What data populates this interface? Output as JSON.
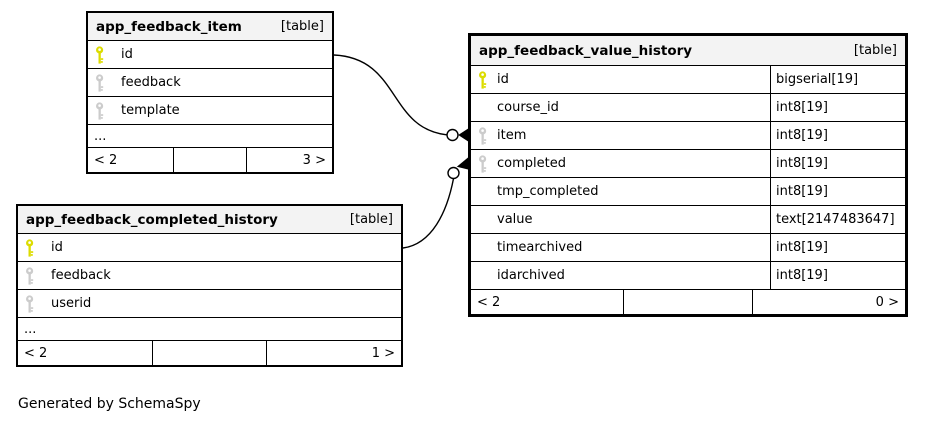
{
  "diagram": {
    "generator_note": "Generated by SchemaSpy",
    "colors": {
      "primary_key_icon": "#dcdc00",
      "foreign_key_icon": "#cccccc",
      "header_background": "#f3f3f3",
      "border": "#000000"
    }
  },
  "tables": [
    {
      "name": "app_feedback_item",
      "badge": "[table]",
      "fields": [
        {
          "name": "id",
          "key": "primary"
        },
        {
          "name": "feedback",
          "key": "foreign"
        },
        {
          "name": "template",
          "key": "foreign"
        }
      ],
      "ellipsis": "...",
      "footer": {
        "left": "< 2",
        "right": "3 >"
      }
    },
    {
      "name": "app_feedback_completed_history",
      "badge": "[table]",
      "fields": [
        {
          "name": "id",
          "key": "primary"
        },
        {
          "name": "feedback",
          "key": "foreign"
        },
        {
          "name": "userid",
          "key": "foreign"
        }
      ],
      "ellipsis": "...",
      "footer": {
        "left": "< 2",
        "right": "1 >"
      }
    },
    {
      "name": "app_feedback_value_history",
      "badge": "[table]",
      "fields": [
        {
          "name": "id",
          "type": "bigserial[19]",
          "key": "primary"
        },
        {
          "name": "course_id",
          "type": "int8[19]",
          "key": "none"
        },
        {
          "name": "item",
          "type": "int8[19]",
          "key": "foreign"
        },
        {
          "name": "completed",
          "type": "int8[19]",
          "key": "foreign"
        },
        {
          "name": "tmp_completed",
          "type": "int8[19]",
          "key": "none"
        },
        {
          "name": "value",
          "type": "text[2147483647]",
          "key": "none"
        },
        {
          "name": "timearchived",
          "type": "int8[19]",
          "key": "none"
        },
        {
          "name": "idarchived",
          "type": "int8[19]",
          "key": "none"
        }
      ],
      "footer": {
        "left": "< 2",
        "right": "0 >"
      }
    }
  ],
  "relationships": [
    {
      "from": "app_feedback_item.id",
      "to": "app_feedback_value_history.item"
    },
    {
      "from": "app_feedback_completed_history.id",
      "to": "app_feedback_value_history.completed"
    }
  ]
}
